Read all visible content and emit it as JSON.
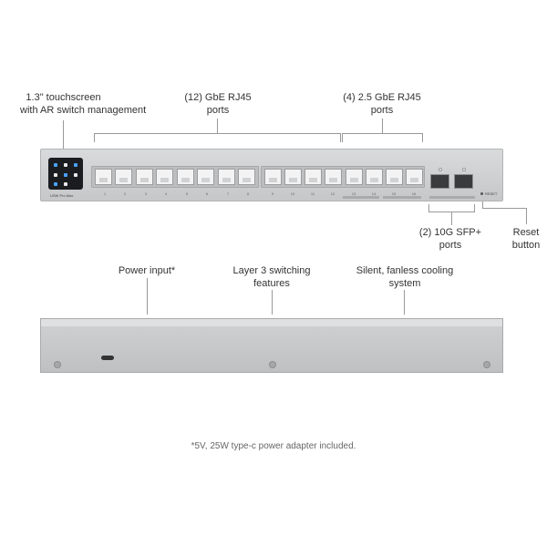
{
  "callouts": {
    "touchscreen": [
      "1.3\" touchscreen",
      "with AR switch management"
    ],
    "gbe_ports": [
      "(12) GbE RJ45",
      "ports"
    ],
    "ports_25": [
      "(4) 2.5 GbE RJ45",
      "ports"
    ],
    "sfp_ports": [
      "(2) 10G SFP+",
      "ports"
    ],
    "reset": [
      "Reset",
      "button"
    ],
    "power": [
      "Power input*"
    ],
    "layer3": [
      "Layer 3 switching",
      "features"
    ],
    "cooling": [
      "Silent, fanless cooling",
      "system"
    ]
  },
  "device": {
    "model_label": "USW Pro Max",
    "reset_label": "RESET",
    "port_numbers": [
      "1",
      "2",
      "3",
      "4",
      "5",
      "6",
      "7",
      "8",
      "9",
      "10",
      "11",
      "12",
      "13",
      "14",
      "15",
      "16"
    ]
  },
  "footnote": "*5V, 25W type-c power adapter included."
}
